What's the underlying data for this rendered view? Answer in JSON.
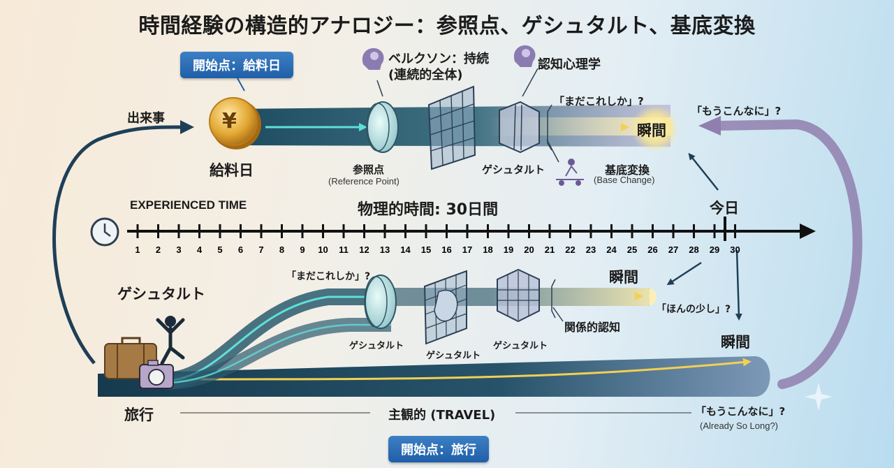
{
  "title": "時間経験の構造的アナロジー：参照点、ゲシュタルト、基底変換",
  "badges": {
    "start_payday": "開始点：給料日",
    "start_travel": "開始点：旅行"
  },
  "top": {
    "event": "出来事",
    "payday": "給料日",
    "yen_symbol": "¥",
    "bergson_line1": "ベルクソン：持続",
    "bergson_line2": "(連続的全体)",
    "cognitive_psych": "認知心理学",
    "reference_point": "参照点",
    "reference_point_en": "(Reference Point)",
    "gestalt": "ゲシュタルト",
    "base_change": "基底変換",
    "base_change_en": "(Base Change)",
    "only_this_much": "「まだこれしか」?",
    "moment": "瞬間",
    "already_so_much": "「もうこんなに」?"
  },
  "timeline": {
    "experienced_time": "EXPERIENCED TIME",
    "physical_time": "物理的時間: 30日間",
    "today": "今日",
    "ticks": [
      "1",
      "2",
      "3",
      "4",
      "5",
      "6",
      "7",
      "8",
      "9",
      "10",
      "11",
      "12",
      "13",
      "14",
      "15",
      "16",
      "17",
      "18",
      "19",
      "20",
      "21",
      "22",
      "23",
      "24",
      "25",
      "26",
      "27",
      "28",
      "29",
      "30"
    ]
  },
  "bottom": {
    "only_this_much": "「まだこれしか」?",
    "gestalt_left": "ゲシュタルト",
    "gestalt_1": "ゲシュタルト",
    "gestalt_2": "ゲシュタルト",
    "gestalt_3": "ゲシュタルト",
    "moment_1": "瞬間",
    "just_a_little": "「ほんの少し」?",
    "relational_cognition": "関係的認知",
    "moment_2": "瞬間",
    "travel": "旅行",
    "subjective": "主観的 (TRAVEL)",
    "already_so_long": "「もうこんなに」?",
    "already_so_long_en": "(Already So Long?)"
  },
  "colors": {
    "band_dark": "#17394f",
    "glow": "#f6d96b",
    "badge": "#2a6cb5",
    "return_arrow": "#8f7fae"
  }
}
